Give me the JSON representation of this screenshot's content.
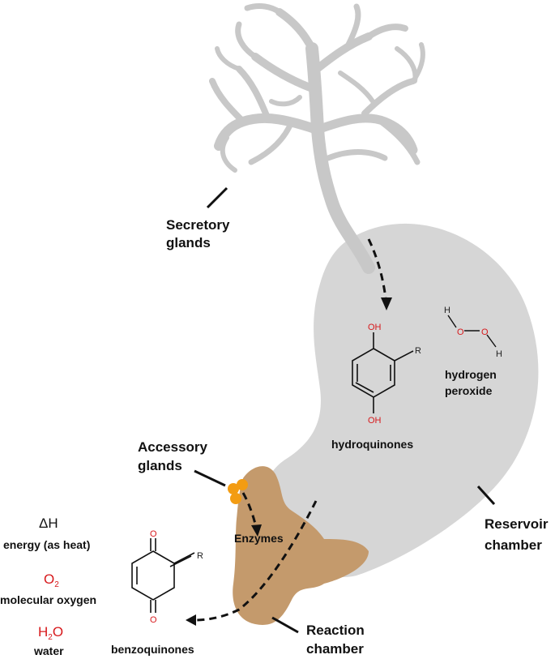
{
  "labels": {
    "secretory_line1": "Secretory",
    "secretory_line2": "glands",
    "reservoir_line1": "Reservoir",
    "reservoir_line2": "chamber",
    "accessory_line1": "Accessory",
    "accessory_line2": "glands",
    "reaction_line1": "Reaction",
    "reaction_line2": "chamber",
    "enzymes": "Enzymes",
    "hydroquinones": "hydroquinones",
    "hydrogen_peroxide_line1": "hydrogen",
    "hydrogen_peroxide_line2": "peroxide",
    "benzoquinones": "benzoquinones"
  },
  "products": {
    "heat_symbol": "ΔH",
    "heat_label": "energy (as heat)",
    "oxygen_symbol_main": "O",
    "oxygen_symbol_sub": "2",
    "oxygen_label": "molecular oxygen",
    "water_symbol_pre": "H",
    "water_symbol_sub": "2",
    "water_symbol_post": "O",
    "water_label": "water"
  },
  "atoms": {
    "oh_top": "OH",
    "oh_bottom": "OH",
    "r_hydroquinone": "R",
    "h_left": "H",
    "o_left": "O",
    "o_right": "O",
    "h_right": "H",
    "o_top": "O",
    "o_bottom": "O",
    "r_benzoquinone": "R"
  },
  "colors": {
    "gland_gray": "#c8c8c8",
    "reservoir_gray": "#d6d6d6",
    "reaction_tan": "#c49a6c",
    "accessory_orange": "#f39c12",
    "oxygen_red": "#d7191c",
    "ink": "#111111"
  }
}
